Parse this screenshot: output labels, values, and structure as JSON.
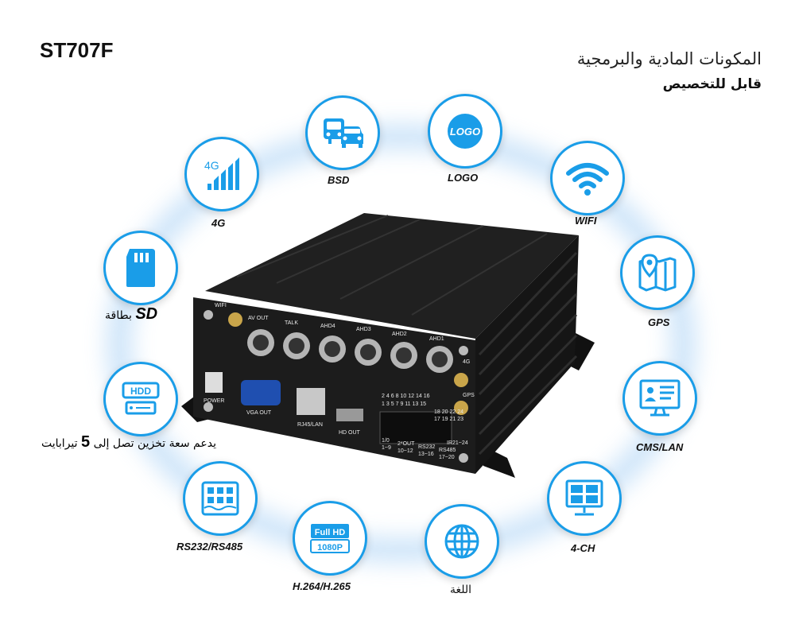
{
  "header": {
    "model": "ST707F",
    "title_ar": "المكونات المادية والبرمجية",
    "subtitle_ar": "قابل للتخصيص"
  },
  "features": {
    "bsd": {
      "label": "BSD",
      "icon": "vehicles-icon"
    },
    "logo": {
      "label": "LOGO",
      "icon_text": "LOGO"
    },
    "g4": {
      "label": "4G",
      "icon_text": "4G"
    },
    "wifi": {
      "label": "WIFI",
      "icon": "wifi-icon"
    },
    "sd": {
      "label_bold": "SD",
      "label_ar": "بطاقة",
      "icon": "sd-card-icon"
    },
    "gps": {
      "label": "GPS",
      "icon": "map-pin-icon"
    },
    "hdd": {
      "icon_text": "HDD",
      "label_ar_pre": "يدعم سعة تخزين تصل إلى",
      "label_num": "5",
      "label_ar_post": "تيرابايت"
    },
    "cms": {
      "label": "CMS/LAN",
      "icon": "monitor-user-icon"
    },
    "rs": {
      "label": "RS232/RS485",
      "icon": "serial-port-icon"
    },
    "ch4": {
      "label": "4-CH",
      "icon": "quad-screen-icon"
    },
    "fhd": {
      "label": "H.264/H.265",
      "icon_text_1": "Full HD",
      "icon_text_2": "1080P"
    },
    "lang": {
      "label_ar": "اللغة",
      "icon": "globe-icon"
    }
  },
  "device": {
    "ports": {
      "wifi": "WIFI",
      "av_out": "AV OUT",
      "talk": "TALK",
      "ahd4": "AHD4",
      "ahd3": "AHD3",
      "ahd2": "AHD2",
      "ahd1": "AHD1",
      "g4": "4G",
      "gps": "GPS",
      "power": "POWER",
      "vga": "VGA OUT",
      "rj45": "RJ45/LAN",
      "hd": "HD OUT",
      "io_1": "1/0",
      "io_1b": "1~9",
      "io_2": "2*OUT",
      "io_2b": "10~12",
      "io_3": "RS232",
      "io_3b": "13~16",
      "io_4": "RS485",
      "io_4b": "17~20",
      "io_5": "IR21~24"
    },
    "pin_top": [
      "2",
      "4",
      "6",
      "8",
      "10",
      "12",
      "14",
      "16"
    ],
    "pin_bottom": [
      "1",
      "3",
      "5",
      "7",
      "9",
      "11",
      "13",
      "15"
    ],
    "pin_side_top": [
      "18",
      "20",
      "22",
      "24"
    ],
    "pin_side_bottom": [
      "17",
      "19",
      "21",
      "23"
    ]
  },
  "colors": {
    "accent": "#1a9de8",
    "device": "#1c1c1c"
  }
}
